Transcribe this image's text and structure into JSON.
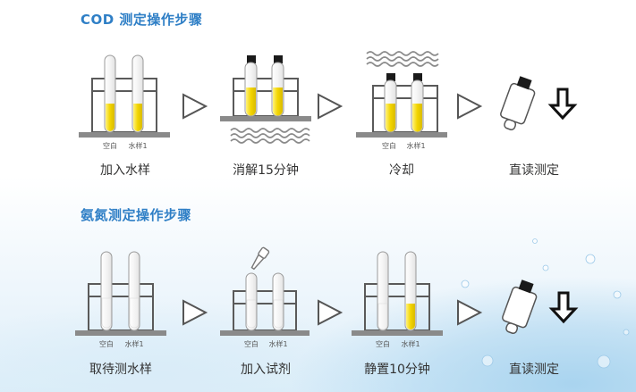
{
  "cod": {
    "title": "COD 测定操作步骤",
    "steps": [
      "加入水样",
      "消解15分钟",
      "冷却",
      "直读测定"
    ],
    "tube_labels": [
      "空白",
      "水样1"
    ]
  },
  "ammonia": {
    "title": "氨氮测定操作步骤",
    "steps": [
      "取待测水样",
      "加入试剂",
      "静置10分钟",
      "直读测定"
    ],
    "tube_labels": [
      "空白",
      "水样1"
    ]
  },
  "colors": {
    "title": "#2f7fc6",
    "sample": "#f2d400",
    "rack": "#5a5a5a",
    "base": "#8a8a8a",
    "cap": "#1a1a1a"
  }
}
